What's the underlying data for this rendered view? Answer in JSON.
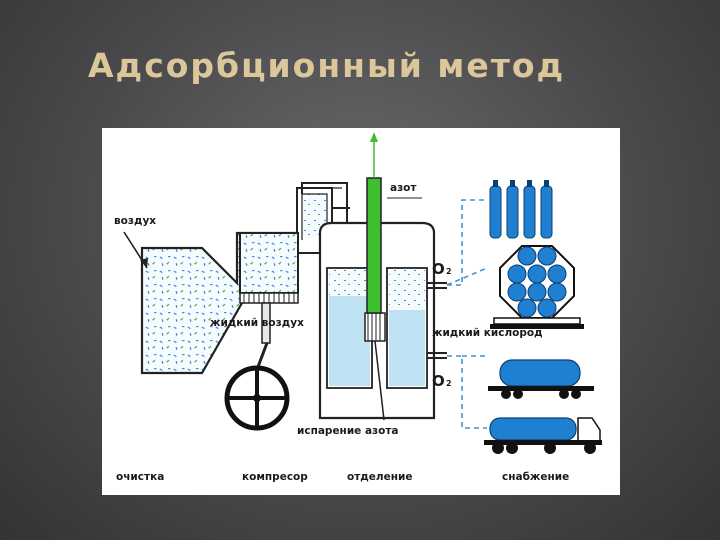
{
  "slide": {
    "title": "Адсорбционный метод"
  },
  "diagram": {
    "labels": {
      "air": "воздух",
      "nitrogen": "азот",
      "liquid_air": "жидкий воздух",
      "liquid_oxygen": "жидкий кислород",
      "oxygen_top": "O",
      "oxygen_top_sub": "2",
      "oxygen_bottom": "O",
      "oxygen_bottom_sub": "2",
      "nitrogen_evaporation": "испарение азота"
    },
    "stages": [
      "очистка",
      "компресор",
      "отделение",
      "снабжение"
    ],
    "colors": {
      "nitrogen_pipe": "#3fbf2f",
      "liquid": "#bfe3f2",
      "cylinder": "#1f7fd0",
      "speckle": "#4a9fd8"
    }
  }
}
